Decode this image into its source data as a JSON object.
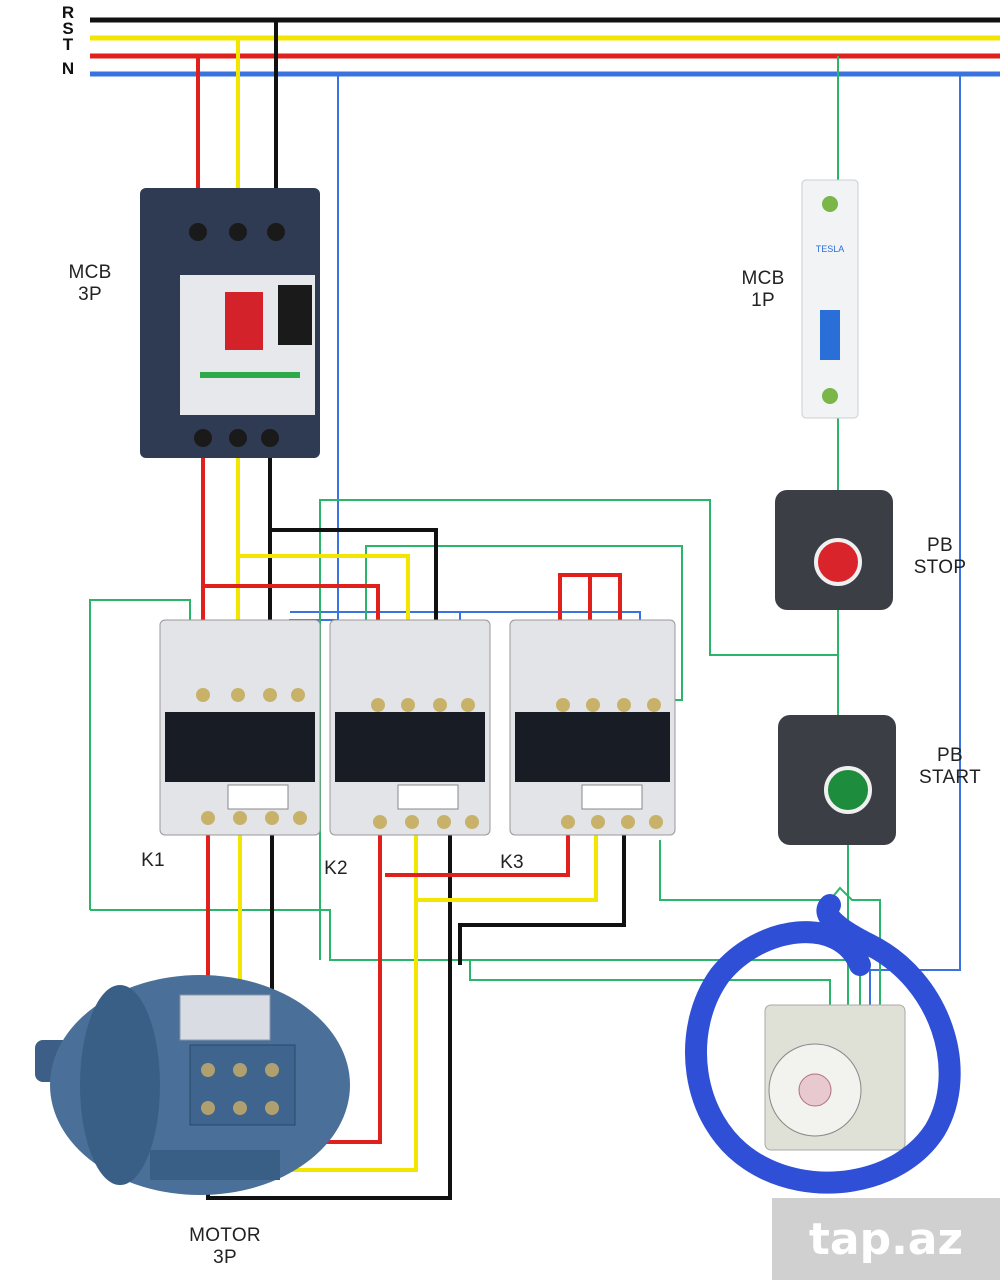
{
  "bus": {
    "r_label": "R",
    "s_label": "S",
    "t_label": "T",
    "n_label": "N"
  },
  "components": {
    "mcb3p_line1": "MCB",
    "mcb3p_line2": "3P",
    "mcb1p_line1": "MCB",
    "mcb1p_line2": "1P",
    "pb_stop_line1": "PB",
    "pb_stop_line2": "STOP",
    "pb_start_line1": "PB",
    "pb_start_line2": "START",
    "k1": "K1",
    "k2": "K2",
    "k3": "K3",
    "motor_line1": "MOTOR",
    "motor_line2": "3P",
    "mcb1p_brand": "TESLA"
  },
  "watermark": "tap.az",
  "colors": {
    "r": "#111111",
    "s": "#f2e600",
    "t": "#e0201c",
    "n": "#3a73e0",
    "control": "#2bb56a",
    "highlight": "#2f4fd6"
  }
}
